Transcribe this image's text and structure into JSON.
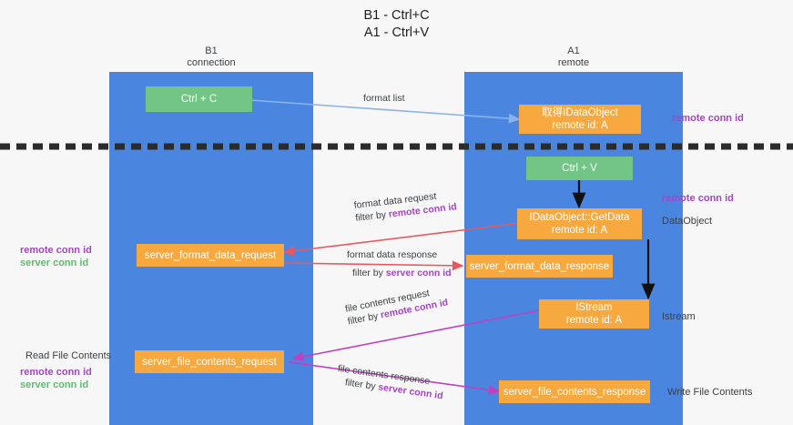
{
  "title": {
    "line1": "B1 - Ctrl+C",
    "line2": "A1 - Ctrl+V"
  },
  "lanes": [
    {
      "id": "b1",
      "name": "B1",
      "sub": "connection"
    },
    {
      "id": "a1",
      "name": "A1",
      "sub": "remote"
    }
  ],
  "boxes": {
    "ctrl_c": "Ctrl + C",
    "ctrl_v": "Ctrl + V",
    "idataobject_t1": "取得IDataObject",
    "idataobject_t2": "remote id: A",
    "getdata_t1": "IDataObject::GetData",
    "getdata_t2": "remote id: A",
    "istream_t1": "IStream",
    "istream_t2": "remote id: A",
    "server_format_data_request": "server_format_data_request",
    "server_format_data_response": "server_format_data_response",
    "server_file_contents_request": "server_file_contents_request",
    "server_file_contents_response": "server_file_contents_response"
  },
  "edges": {
    "format_list": "format list",
    "format_data_request": "format data request",
    "format_data_request_filter_pre": "filter by ",
    "format_data_request_filter_key": "remote conn id",
    "format_data_response": "format data response",
    "format_data_response_filter_pre": "filter by ",
    "format_data_response_filter_key": "server conn id",
    "file_contents_request": "file contents request",
    "file_contents_request_filter_pre": "filter by ",
    "file_contents_request_filter_key": "remote conn id",
    "file_contents_response": "file contents response",
    "file_contents_response_filter_pre": "filter by ",
    "file_contents_response_filter_key": "server conn id"
  },
  "annotations": {
    "right_remote_conn_id_top": "remote conn id",
    "right_remote_conn_id_mid": "remote conn id",
    "right_dataobject": "DataObject",
    "right_istream": "Istream",
    "right_write_file_contents": "Write File Contents",
    "left_remote_conn_id": "remote conn id",
    "left_server_conn_id": "server conn id",
    "left_read_file_contents": "Read File Contents",
    "left_remote_conn_id_2": "remote conn id",
    "left_server_conn_id_2": "server conn id"
  },
  "colors": {
    "lane": "#4a86e0",
    "green_box": "#72c585",
    "orange_box": "#f7a93f",
    "purple": "#a445c4",
    "green_text": "#62bb6e",
    "arrow_blue": "#8ab4e8",
    "arrow_red": "#e8595f",
    "arrow_magenta": "#c councillor"
  }
}
